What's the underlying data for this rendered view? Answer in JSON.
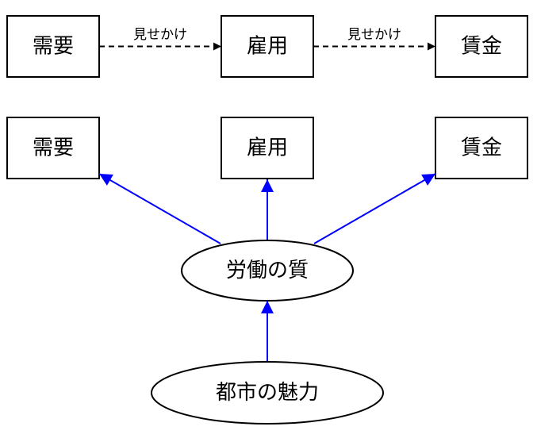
{
  "top_row": {
    "demand": "需要",
    "employment": "雇用",
    "wage": "賃金",
    "edge_label_1": "見せかけ",
    "edge_label_2": "見せかけ"
  },
  "bottom_row": {
    "demand": "需要",
    "employment": "雇用",
    "wage": "賃金",
    "labor_quality": "労働の質",
    "city_attractiveness": "都市の魅力"
  },
  "colors": {
    "spurious_edge": "#000000",
    "causal_edge": "#0000ff"
  }
}
